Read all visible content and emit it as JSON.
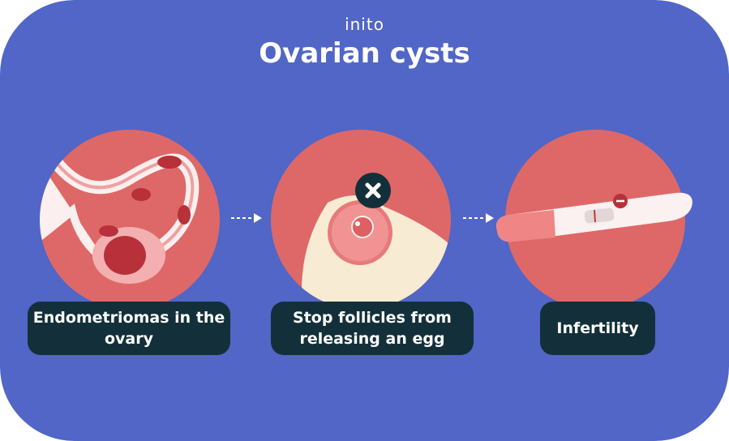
{
  "header": {
    "brand": "inito",
    "title": "Ovarian cysts"
  },
  "steps": [
    {
      "label": "Endometriomas in the ovary",
      "illustration": "ovary-endometrioma-icon"
    },
    {
      "label": "Stop follicles from releasing an egg",
      "illustration": "blocked-follicle-icon"
    },
    {
      "label": "Infertility",
      "illustration": "negative-pregnancy-test-icon"
    }
  ],
  "colors": {
    "background": "#5166C6",
    "circle": "#DE6868",
    "label_bg": "#13303A",
    "blood": "#B8313A",
    "cream": "#F8EBD3"
  }
}
